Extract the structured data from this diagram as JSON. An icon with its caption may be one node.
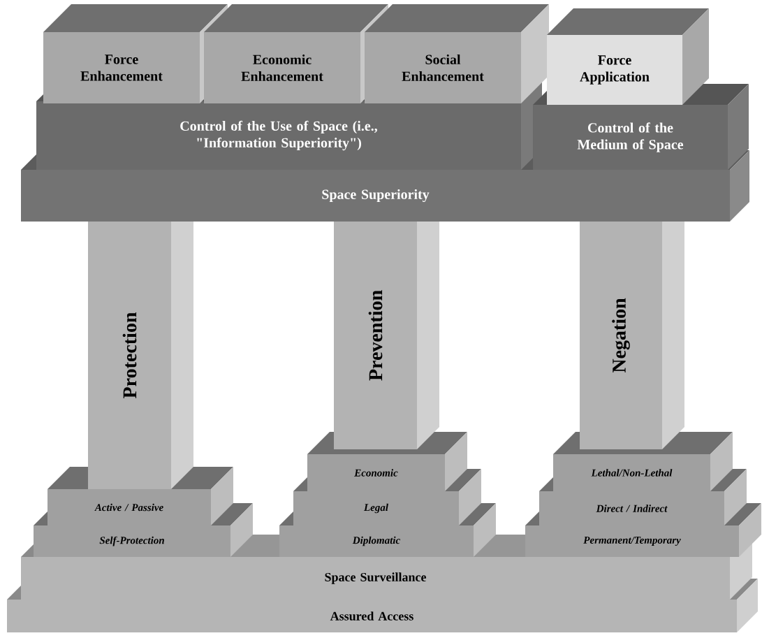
{
  "diagram": {
    "nodes": [
      {
        "text": [
          "Force Enhancement"
        ]
      },
      {
        "text": [
          "Economic Enhancement"
        ]
      },
      {
        "text": [
          "Social Enhancement"
        ]
      },
      {
        "text": [
          "Force Application"
        ]
      },
      {
        "text": [
          "Control of the Use of Space (i.e., \"Information Superiority\")"
        ]
      },
      {
        "text": [
          "Control of the Medium of Space"
        ]
      },
      {
        "text": [
          "Space Superiority"
        ]
      },
      {
        "text": [
          "Protection"
        ]
      },
      {
        "text": [
          "Prevention"
        ]
      },
      {
        "text": [
          "Negation"
        ]
      },
      {
        "text": [
          "Economic"
        ]
      },
      {
        "text": [
          "Lethal/Non-Lethal"
        ]
      },
      {
        "text": [
          "Active / Passive"
        ]
      },
      {
        "text": [
          "Legal"
        ]
      },
      {
        "text": [
          "Direct / Indirect"
        ]
      },
      {
        "text": [
          "Self-Protection"
        ]
      },
      {
        "text": [
          "Diplomatic"
        ]
      },
      {
        "text": [
          "Permanent/Temporary"
        ]
      },
      {
        "text": [
          "Space Surveillance"
        ]
      },
      {
        "text": [
          "Assured Access"
        ]
      }
    ]
  }
}
